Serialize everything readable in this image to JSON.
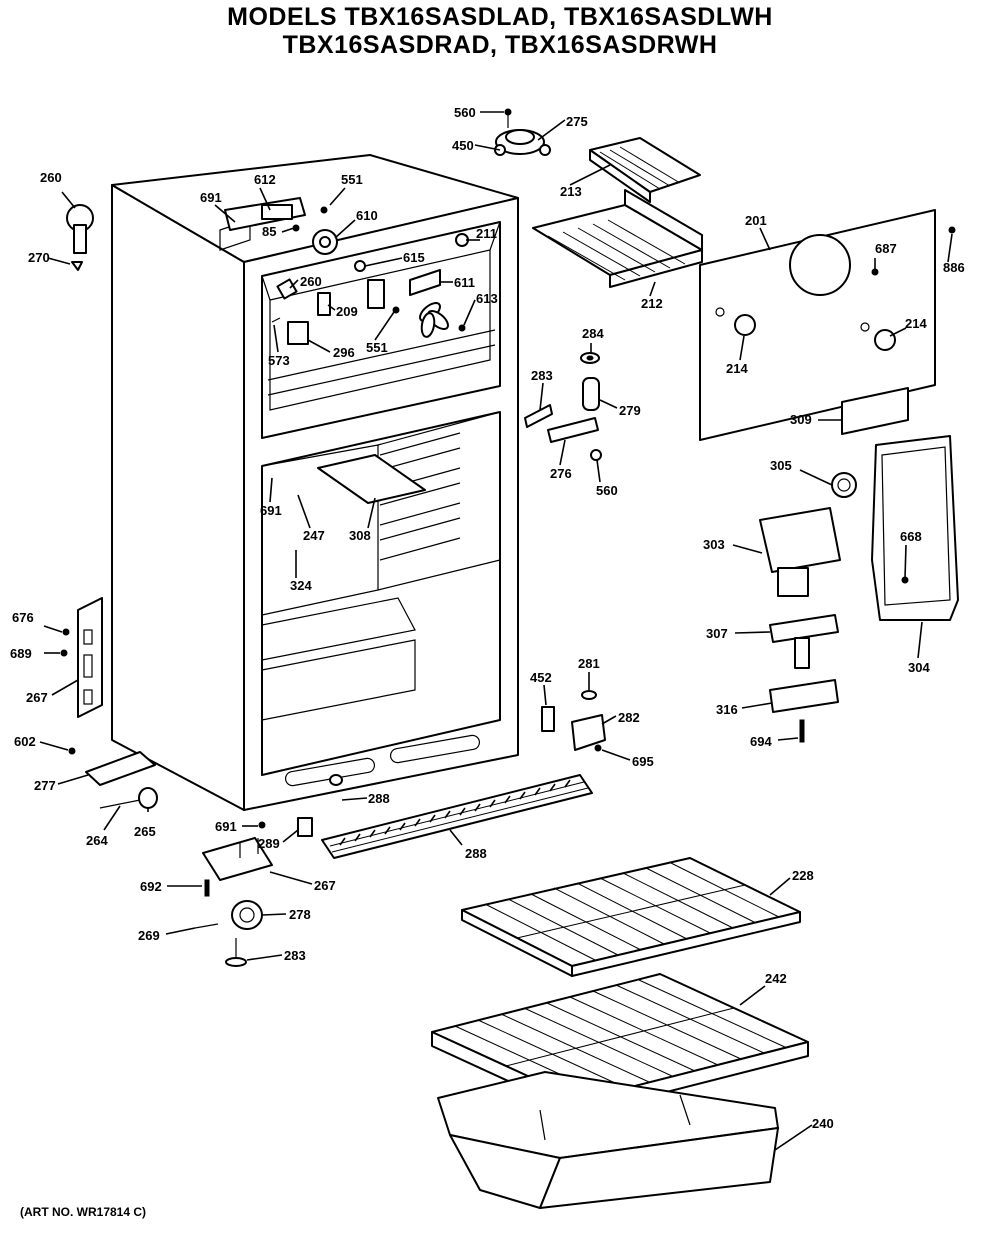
{
  "title": {
    "line1": "MODELS TBX16SASDLAD, TBX16SASDLWH",
    "line2": "TBX16SASDRAD, TBX16SASDRWH"
  },
  "art_number": "(ART NO. WR17814 C)",
  "callouts": {
    "c560a": "560",
    "c275": "275",
    "c450": "450",
    "c213": "213",
    "c260a": "260",
    "c270": "270",
    "c691a": "691",
    "c612": "612",
    "c551a": "551",
    "c610": "610",
    "c211": "211",
    "c201": "201",
    "c687": "687",
    "c886": "886",
    "c85": "85",
    "c615": "615",
    "c260b": "260",
    "c611": "611",
    "c209": "209",
    "c613": "613",
    "c573": "573",
    "c296": "296",
    "c551b": "551",
    "c212": "212",
    "c284": "284",
    "c214a": "214",
    "c214b": "214",
    "c283a": "283",
    "c279": "279",
    "c309": "309",
    "c276": "276",
    "c560b": "560",
    "c305": "305",
    "c691b": "691",
    "c247": "247",
    "c308": "308",
    "c303": "303",
    "c668": "668",
    "c324": "324",
    "c676": "676",
    "c307": "307",
    "c689": "689",
    "c304": "304",
    "c267a": "267",
    "c452": "452",
    "c281": "281",
    "c282": "282",
    "c316": "316",
    "c602": "602",
    "c694": "694",
    "c695": "695",
    "c277": "277",
    "c288a": "288",
    "c264": "264",
    "c265": "265",
    "c691c": "691",
    "c289": "289",
    "c288b": "288",
    "c692": "692",
    "c267b": "267",
    "c228": "228",
    "c269": "269",
    "c278": "278",
    "c283b": "283",
    "c242": "242",
    "c240": "240"
  }
}
